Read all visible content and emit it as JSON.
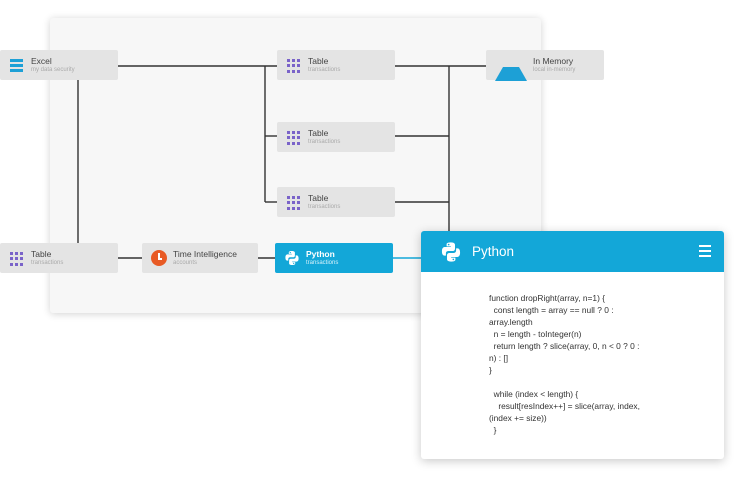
{
  "nodes": {
    "excel": {
      "title": "Excel",
      "subtitle": "my data security",
      "icon": "list-icon"
    },
    "table1": {
      "title": "Table",
      "subtitle": "transactions",
      "icon": "grid-icon"
    },
    "table2": {
      "title": "Table",
      "subtitle": "transactions",
      "icon": "grid-icon"
    },
    "table3": {
      "title": "Table",
      "subtitle": "transactions",
      "icon": "grid-icon"
    },
    "in_memory": {
      "title": "In Memory",
      "subtitle": "local in-memory",
      "icon": "triangle-icon"
    },
    "table_left": {
      "title": "Table",
      "subtitle": "transactions",
      "icon": "grid-icon"
    },
    "time_intel": {
      "title": "Time Intelligence",
      "subtitle": "accounts",
      "icon": "clock-icon"
    },
    "python": {
      "title": "Python",
      "subtitle": "transactions",
      "icon": "python-icon"
    }
  },
  "panel": {
    "title": "Python",
    "code_lines": [
      "function dropRight(array, n=1) {",
      "  const length = array == null ? 0 :",
      "array.length",
      "  n = length - toInteger(n)",
      "  return length ? slice(array, 0, n < 0 ? 0 :",
      "n) : []",
      "}",
      " ",
      "  while (index < length) {",
      "    result[resIndex++] = slice(array, index,",
      "(index += size))",
      "  }"
    ]
  },
  "colors": {
    "accent": "#13a7d8",
    "connector": "#333333",
    "grid_icon": "#7a63c9",
    "clock_icon": "#e85a24",
    "node_bg": "#e4e4e4"
  }
}
